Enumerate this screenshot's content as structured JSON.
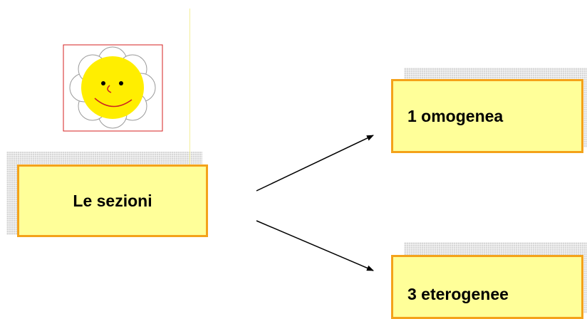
{
  "diagram": {
    "root": {
      "label": "Le sezioni"
    },
    "children": [
      {
        "label": "1 omogenea"
      },
      {
        "label": "3 eterogenee"
      }
    ],
    "colors": {
      "box_fill": "#ffff99",
      "box_border": "#f4a21a",
      "shadow": "#d8d8d8",
      "arrow": "#000000",
      "flower_frame": "#d42020",
      "sun_face": "#ffee00"
    },
    "icon": "smiling-flower-icon"
  }
}
